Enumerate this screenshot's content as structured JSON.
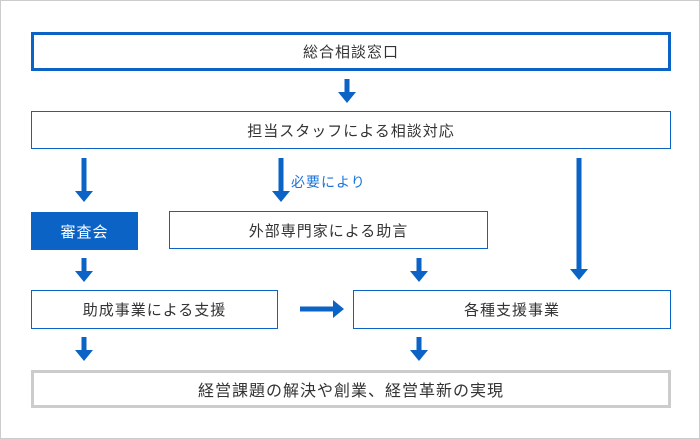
{
  "colors": {
    "accent_blue": "#0b63c5",
    "annotation_blue": "#1a73d9",
    "text": "#333333",
    "muted_border_gray": "#cccccc",
    "background": "#ffffff"
  },
  "chart_type": "flowchart",
  "flowchart": {
    "nodes": {
      "sogo_soudan": "総合相談窓口",
      "staff_taiou": "担当スタッフによる相談対応",
      "shinsakai": "審査会",
      "gaibu_senmonka": "外部専門家による助言",
      "josei_jigyou": "助成事業による支援",
      "kakushu_shien": "各種支援事業",
      "keiei_kadai": "経営課題の解決や創業、経営革新の実現"
    },
    "annotations": {
      "hitsuyou": "必要により"
    },
    "edges": [
      "総合相談窓口 → 担当スタッフによる相談対応",
      "担当スタッフによる相談対応 → 審査会",
      "担当スタッフによる相談対応 → 外部専門家による助言 (必要により)",
      "担当スタッフによる相談対応 → 各種支援事業",
      "審査会 → 助成事業による支援",
      "外部専門家による助言 → 各種支援事業",
      "助成事業による支援 → 各種支援事業",
      "助成事業による支援 → 経営課題の解決や創業、経営革新の実現",
      "各種支援事業 → 経営課題の解決や創業、経営革新の実現"
    ]
  }
}
